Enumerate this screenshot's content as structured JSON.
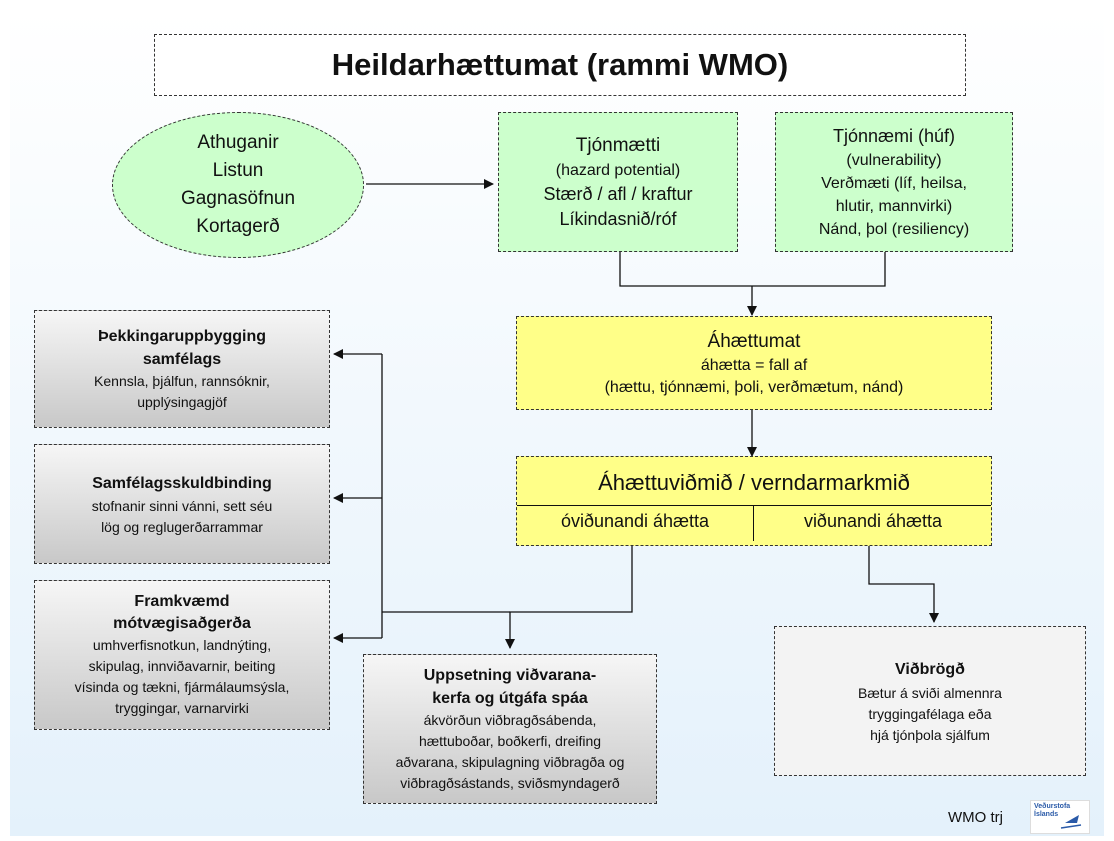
{
  "title": "Heildarhættumat (rammi WMO)",
  "ellipse": {
    "lines": [
      "Athuganir",
      "Listun",
      "Gagnasöfnun",
      "Kortagerð"
    ]
  },
  "hazard": {
    "title": "Tjónmætti",
    "lines": [
      "(hazard potential)",
      "Stærð / afl / kraftur",
      "Líkindasnið/róf"
    ]
  },
  "vulnerability": {
    "title": "Tjónnæmi (húf)",
    "lines": [
      "(vulnerability)",
      "Verðmæti (líf, heilsa,",
      "hlutir, mannvirki)",
      "Nánd, þol (resiliency)"
    ]
  },
  "risk_assessment": {
    "title": "Áhættumat",
    "lines": [
      "áhætta = fall af",
      "(hættu, tjónnæmi, þoli, verðmætum, nánd)"
    ]
  },
  "criteria": {
    "title": "Áhættuviðmið / verndarmarkmið",
    "left": "óviðunandi áhætta",
    "right": "viðunandi áhætta"
  },
  "knowledge": {
    "title": [
      "Þekkingaruppbygging",
      "samfélags"
    ],
    "lines": [
      "Kennsla, þjálfun, rannsóknir,",
      "upplýsingagjöf"
    ]
  },
  "commitment": {
    "title": "Samfélagsskuldbinding",
    "lines": [
      "stofnanir sinni vánni, sett séu",
      "lög og reglugerðarrammar"
    ]
  },
  "mitigation": {
    "title": [
      "Framkvæmd",
      "mótvægisaðgerða"
    ],
    "lines": [
      "umhverfisnotkun,  landnýting,",
      "skipulag, innviðavarnir, beiting",
      "vísinda og tækni,  fjármálaumsýsla,",
      "tryggingar, varnarvirki"
    ]
  },
  "warning": {
    "title": [
      "Uppsetning viðvarana-",
      "kerfa og útgáfa spáa"
    ],
    "lines": [
      "ákvörðun viðbragðsábenda,",
      "hættuboðar, boðkerfi, dreifing",
      "aðvarana, skipulagning viðbragða og",
      "viðbragðsástands, sviðsmyndagerð"
    ]
  },
  "response": {
    "title": "Viðbrögð",
    "lines": [
      "Bætur á sviði almennra",
      "tryggingafélaga eða",
      "hjá tjónþola sjálfum"
    ]
  },
  "footer": {
    "credit": "WMO trj",
    "logo_text": [
      "Veðurstofa",
      "Íslands"
    ]
  },
  "colors": {
    "green": "#ccffcc",
    "yellow": "#ffff88",
    "grey_top": "#f6f6f6",
    "grey_bottom": "#c8c8c8"
  }
}
